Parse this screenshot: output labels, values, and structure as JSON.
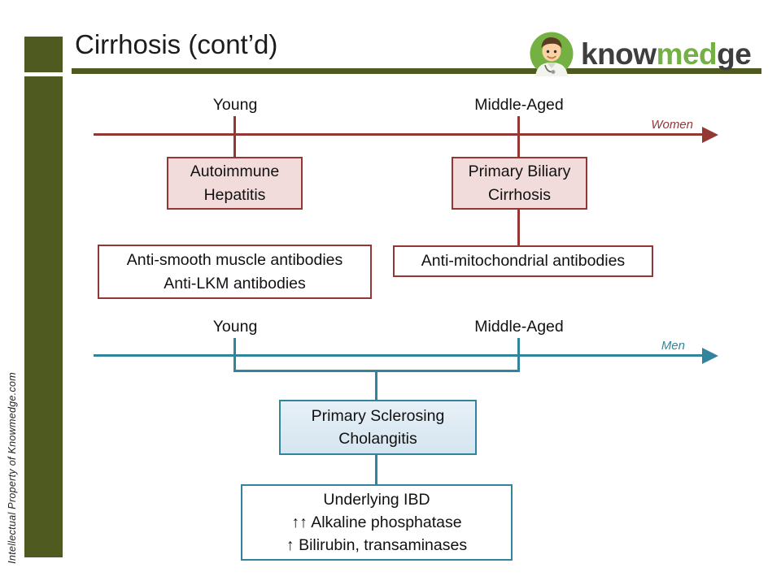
{
  "slide": {
    "title": "Cirrhosis (cont’d)",
    "watermark": "Intellectual Property of Knowmedge.com"
  },
  "logo": {
    "part1": "know",
    "part2": "med",
    "part3": "ge"
  },
  "women": {
    "axis_label": "Women",
    "tick_left": "Young",
    "tick_right": "Middle-Aged",
    "box_left": {
      "lines": [
        "Autoimmune",
        "Hepatitis"
      ]
    },
    "box_right": {
      "lines": [
        "Primary Biliary",
        "Cirrhosis"
      ]
    },
    "detail_left": {
      "lines": [
        "Anti-smooth muscle antibodies",
        "Anti-LKM antibodies"
      ]
    },
    "detail_right": {
      "lines": [
        "Anti-mitochondrial antibodies"
      ]
    }
  },
  "men": {
    "axis_label": "Men",
    "tick_left": "Young",
    "tick_right": "Middle-Aged",
    "box_center": {
      "lines": [
        "Primary Sclerosing",
        "Cholangitis"
      ]
    },
    "detail_center": {
      "lines": [
        "Underlying IBD",
        "↑↑ Alkaline phosphatase",
        "↑ Bilirubin, transaminases"
      ]
    }
  },
  "colors": {
    "olive_accent": "#4e5a1f",
    "dark_red": "#943634",
    "pink_fill": "#f2dcdb",
    "teal": "#31849b",
    "blue_fill": "#dbe7f1",
    "logo_green": "#74b043",
    "logo_gray": "#3e3e3e"
  }
}
